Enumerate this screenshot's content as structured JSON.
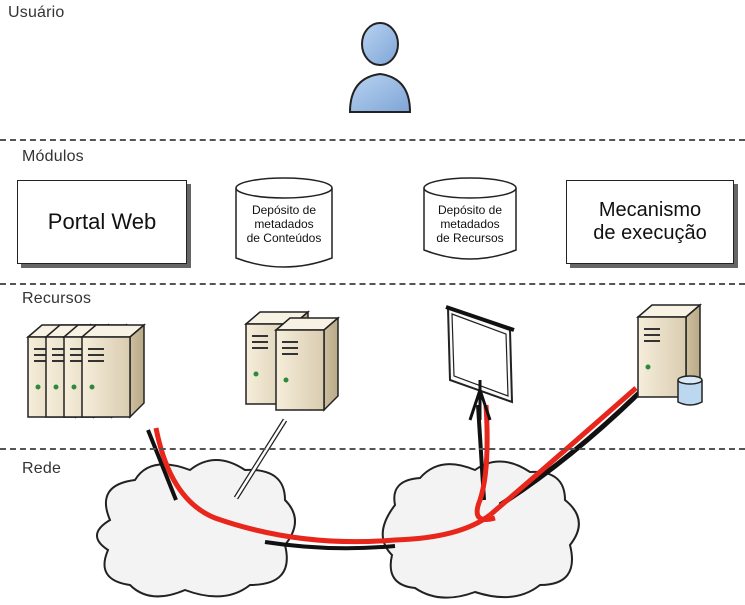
{
  "layers": {
    "user": "Usuário",
    "modules": "Módulos",
    "resources": "Recursos",
    "network": "Rede"
  },
  "modules": {
    "portal": "Portal Web",
    "content_repo": [
      "Depósito de",
      "metadados",
      "de Conteúdos"
    ],
    "resource_repo": [
      "Depósito de",
      "metadados",
      "de Recursos"
    ],
    "engine": [
      "Mecanismo",
      "de execução"
    ]
  },
  "colors": {
    "user_icon": "#8fb4e0",
    "server_body": "#efe5cf",
    "link_red": "#e8261c",
    "link_black": "#111111",
    "cloud": "#f3f3f3"
  }
}
